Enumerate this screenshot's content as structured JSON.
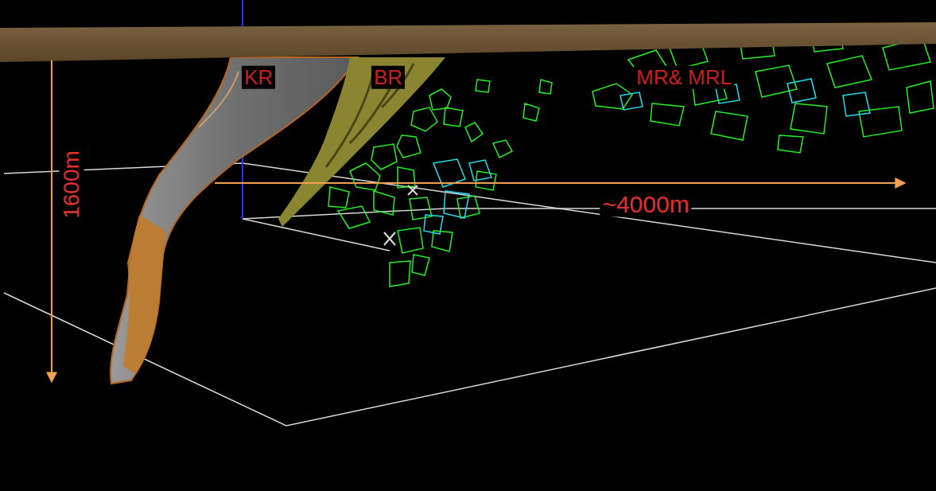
{
  "diagram": {
    "labels": [
      "KR",
      "BR",
      "MR& MRL",
      "1600m",
      "~4000m"
    ]
  }
}
